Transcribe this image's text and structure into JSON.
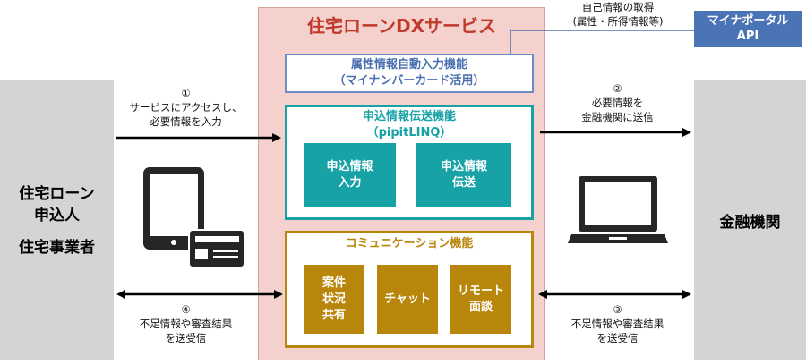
{
  "title": "住宅ローンDXサービス",
  "left_party": {
    "lines": [
      "住宅ローン",
      "申込人",
      "",
      "住宅事業者"
    ]
  },
  "right_party": {
    "label": "金融機関"
  },
  "attribute_box": {
    "lines": [
      "属性情報自動入力機能",
      "（マイナンバーカード活用）"
    ]
  },
  "transmission_box": {
    "lines": [
      "申込情報伝送機能",
      "（pipitLINQ）"
    ],
    "tiles": [
      [
        "申込情報",
        "入力"
      ],
      [
        "申込情報",
        "伝送"
      ]
    ]
  },
  "communication_box": {
    "title": "コミュニケーション機能",
    "tiles": [
      [
        "案件",
        "状況",
        "共有"
      ],
      [
        "チャット"
      ],
      [
        "リモート",
        "面談"
      ]
    ]
  },
  "api_box": {
    "lines": [
      "マイナポータル",
      "API"
    ]
  },
  "api_note": [
    "自己情報の取得",
    "(属性・所得情報等)"
  ],
  "step1": [
    "①",
    "サービスにアクセスし、",
    "必要情報を入力"
  ],
  "step2": [
    "②",
    "必要情報を",
    "金融機関に送信"
  ],
  "step3": [
    "③",
    "不足情報や審査結果",
    "を送受信"
  ],
  "step4": [
    "④",
    "不足情報や審査結果",
    "を送受信"
  ],
  "colors": {
    "panel_bg": "#f4d1cd",
    "title": "#c0392b",
    "attribute_border": "#6a8cc7",
    "transmission": "#17a2a6",
    "communication": "#b8860b",
    "api_box": "#4a74b5",
    "side_panel": "#d4d4d4"
  }
}
